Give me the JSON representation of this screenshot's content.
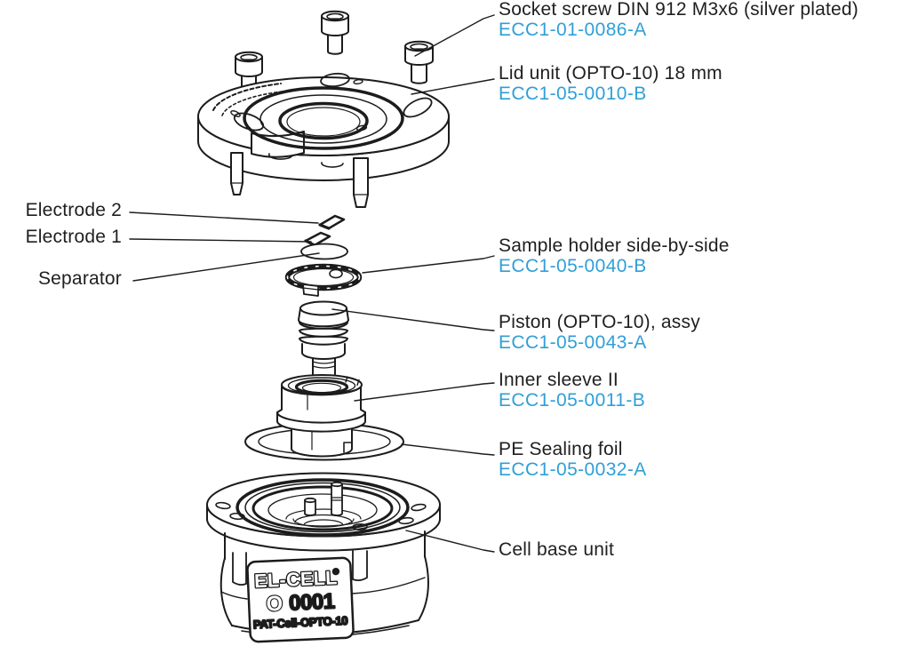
{
  "colors": {
    "part_number_blue": "#2f9fd8",
    "text_black": "#1f1f1f",
    "line_black": "#1c1c1c"
  },
  "parts_right": [
    {
      "name": "Socket screw DIN 912 M3x6 (silver plated)",
      "part_no": "ECC1-01-0086-A"
    },
    {
      "name": "Lid unit (OPTO-10) 18 mm",
      "part_no": "ECC1-05-0010-B"
    },
    {
      "name": "Sample holder side-by-side",
      "part_no": "ECC1-05-0040-B"
    },
    {
      "name": "Piston (OPTO-10), assy",
      "part_no": "ECC1-05-0043-A"
    },
    {
      "name": "Inner sleeve II",
      "part_no": "ECC1-05-0011-B"
    },
    {
      "name": "PE Sealing foil",
      "part_no": "ECC1-05-0032-A"
    },
    {
      "name": "Cell base unit",
      "part_no": ""
    }
  ],
  "parts_left": [
    {
      "name": "Electrode 2"
    },
    {
      "name": "Electrode 1"
    },
    {
      "name": "Separator"
    }
  ],
  "base_label": {
    "brand": "EL-CELL",
    "reg": "®",
    "serial_prefix": "O",
    "serial_digits": "0001",
    "model": "PAT-Cell-OPTO-10"
  }
}
